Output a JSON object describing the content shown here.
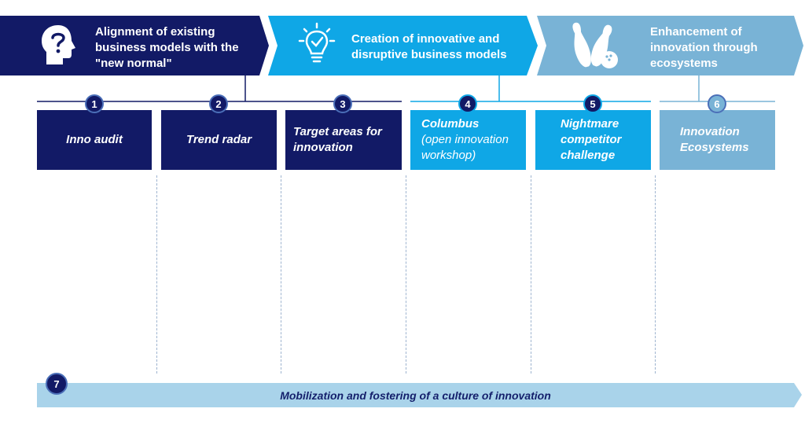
{
  "colors": {
    "navy": "#121a66",
    "cyan": "#0fa7e6",
    "light_blue": "#79b3d6",
    "pale_blue": "#a9d3ea",
    "badge_ring": "#4b6fb8"
  },
  "banners": [
    {
      "text": "Alignment of existing business models with the \"new normal\"",
      "icon": "head-question-icon"
    },
    {
      "text": "Creation of innovative and disruptive business models",
      "icon": "lightbulb-check-icon"
    },
    {
      "text": "Enhancement of innovation through ecosystems",
      "icon": "bowling-pins-icon"
    }
  ],
  "steps": [
    {
      "number": "1",
      "title": "Inno audit",
      "subtitle": ""
    },
    {
      "number": "2",
      "title": "Trend radar",
      "subtitle": ""
    },
    {
      "number": "3",
      "title": "Target areas for innovation",
      "subtitle": ""
    },
    {
      "number": "4",
      "title": "Columbus",
      "subtitle": "(open innovation workshop)"
    },
    {
      "number": "5",
      "title": "Nightmare competitor challenge",
      "subtitle": ""
    },
    {
      "number": "6",
      "title": "Innovation Ecosystems",
      "subtitle": ""
    }
  ],
  "culture": {
    "number": "7",
    "text": "Mobilization and fostering of a culture of innovation"
  }
}
